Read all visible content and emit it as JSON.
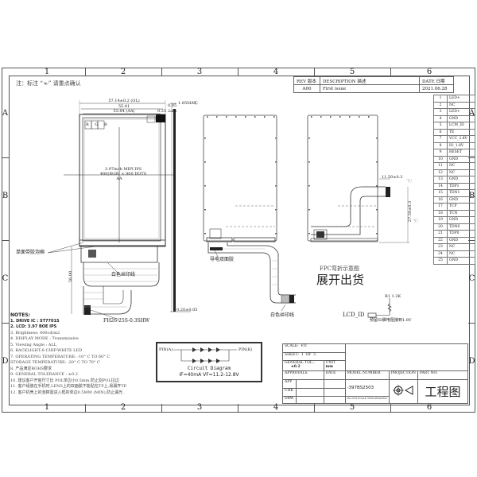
{
  "drawing": {
    "note_header": "注：标注 “☜” 请重点确认",
    "zones_h": [
      "1",
      "2",
      "3",
      "4",
      "5",
      "6"
    ],
    "zones_v": [
      "A",
      "B",
      "C",
      "D"
    ]
  },
  "revision_table": {
    "headers": [
      "REV 版本",
      "DESCRIPTION 描述",
      "DATE 日期"
    ],
    "rows": [
      [
        "A00",
        "First issue",
        "2021.06.28"
      ]
    ]
  },
  "pin_table": {
    "pins": [
      {
        "no": "1",
        "signal": "LED+"
      },
      {
        "no": "2",
        "signal": "NC"
      },
      {
        "no": "3",
        "signal": "LED+"
      },
      {
        "no": "4",
        "signal": "GND"
      },
      {
        "no": "5",
        "signal": "LCM_ID"
      },
      {
        "no": "6",
        "signal": "TE"
      },
      {
        "no": "7",
        "signal": "VCC_2.8V"
      },
      {
        "no": "8",
        "signal": "IO_1.8V"
      },
      {
        "no": "9",
        "signal": "RESET"
      },
      {
        "no": "10",
        "signal": "GND"
      },
      {
        "no": "11",
        "signal": "NC"
      },
      {
        "no": "12",
        "signal": "NC"
      },
      {
        "no": "13",
        "signal": "GND"
      },
      {
        "no": "14",
        "signal": "TDP1"
      },
      {
        "no": "15",
        "signal": "TDN1"
      },
      {
        "no": "16",
        "signal": "GND"
      },
      {
        "no": "17",
        "signal": "TCP"
      },
      {
        "no": "18",
        "signal": "TCN"
      },
      {
        "no": "19",
        "signal": "GND"
      },
      {
        "no": "20",
        "signal": "TDN0"
      },
      {
        "no": "21",
        "signal": "TDP0"
      },
      {
        "no": "22",
        "signal": "GND"
      },
      {
        "no": "23",
        "signal": "NC"
      },
      {
        "no": "24",
        "signal": "NC"
      },
      {
        "no": "25",
        "signal": "GND"
      }
    ]
  },
  "front_view": {
    "dim_top_1": "57.14±0.2 (OL)",
    "dim_top_2": "55.41",
    "dim_top_3": "53.84 (AA)",
    "dim_right_1": "0.85",
    "dim_right_2": "2.65",
    "rgb_label": "R G B",
    "center_1": "3.97inch MIPI IPS",
    "center_2": "480(RGB) × 800 DOTS",
    "center_3": "AA",
    "label_tape": "单面带胶泡棉",
    "label_silkscreen": "白色丝印线",
    "label_connector": "FH26-25S-0.3SHW",
    "dim_fpc": "56.00"
  },
  "side_view": {
    "dim_thickness": "1.85MAX",
    "dim_2": "0.25",
    "dim_bottom": "0.20±0.05"
  },
  "back_view": {
    "label_conductive": "导电双面胶",
    "label_silkscreen": "白色丝印线"
  },
  "fold_view": {
    "dim_1": "11.50±0.3",
    "dim_2": "27.50±0.3",
    "title_1": "FPC弯折示意图",
    "title_2": "展开出货"
  },
  "lcd_id": {
    "label": "LCD_ID",
    "resistor": "R1 1.2K",
    "note": "预留ID脚电阻接到1.8V"
  },
  "notes": {
    "title": "NOTES:",
    "items": [
      {
        "text": "1. DRIVE IC : ST7701S",
        "bold": false
      },
      {
        "text": "2.  LCD:  3.97 BOE IPS",
        "bold": true
      },
      {
        "text": "3. Brightness: 400cd/m2",
        "bold": false
      },
      {
        "text": "4. DISPLAY MODE :  Transmissive",
        "bold": false
      },
      {
        "text": "5. Viewing Angle : ALL",
        "bold": false
      },
      {
        "text": "6. BACKLIGHT:8 CHIP-WHITE LED",
        "bold": false
      },
      {
        "text": "7. OPERATING TEMPERATURE:    -10° C TO 60° C",
        "bold": false
      },
      {
        "text": "   STORAGE TEMPERATURE:      -20° C TO 70° C",
        "bold": false
      },
      {
        "text": "8. 产品满足ROHS要求",
        "bold": false
      },
      {
        "text": "9. GENERAL TOLERANCE : ±0.2",
        "bold": false
      },
      {
        "text": "10. 建议客户开窗尺寸比 POL单边小0.5mm,防止割POL拉边",
        "bold": false
      },
      {
        "text": "11. 客户组装在手机时,LENS上的双面胶不能贴在TP上,易漏开TP.",
        "bold": false
      },
      {
        "text": "12. 客户机壳上的泡棉需进入框的单边0.5MM (MIN),防止漏光.",
        "bold": false
      }
    ]
  },
  "circuit": {
    "pin_left": "PIN(A)",
    "pin_right": "PIN(K)",
    "title": "Circuit Diagram",
    "spec": "IF=40mA   VF=11.2-12.8V"
  },
  "title_block": {
    "scale_label": "SCALE:",
    "scale_value": "FIT",
    "sheet_label": "SHEET:",
    "sheet_value": "1",
    "sheet_of": "OF",
    "sheet_total": "5",
    "tol_label": "GENERAL TOL.:",
    "tol_value": "±0.2",
    "unit_label": "UNIT",
    "unit_value": "mm",
    "approvals": "APPROVALS",
    "date": "DATE",
    "app": "APP",
    "chk": "CHK",
    "drw": "DRW",
    "model_label": "MODEL NUMBER",
    "model_value": "-397BS2503",
    "model_sub": "DO NOT SCALE THIS DRAWING",
    "projection_label": "PROJECTION",
    "partno_label": "PART NO:",
    "stamp": "工程图"
  }
}
